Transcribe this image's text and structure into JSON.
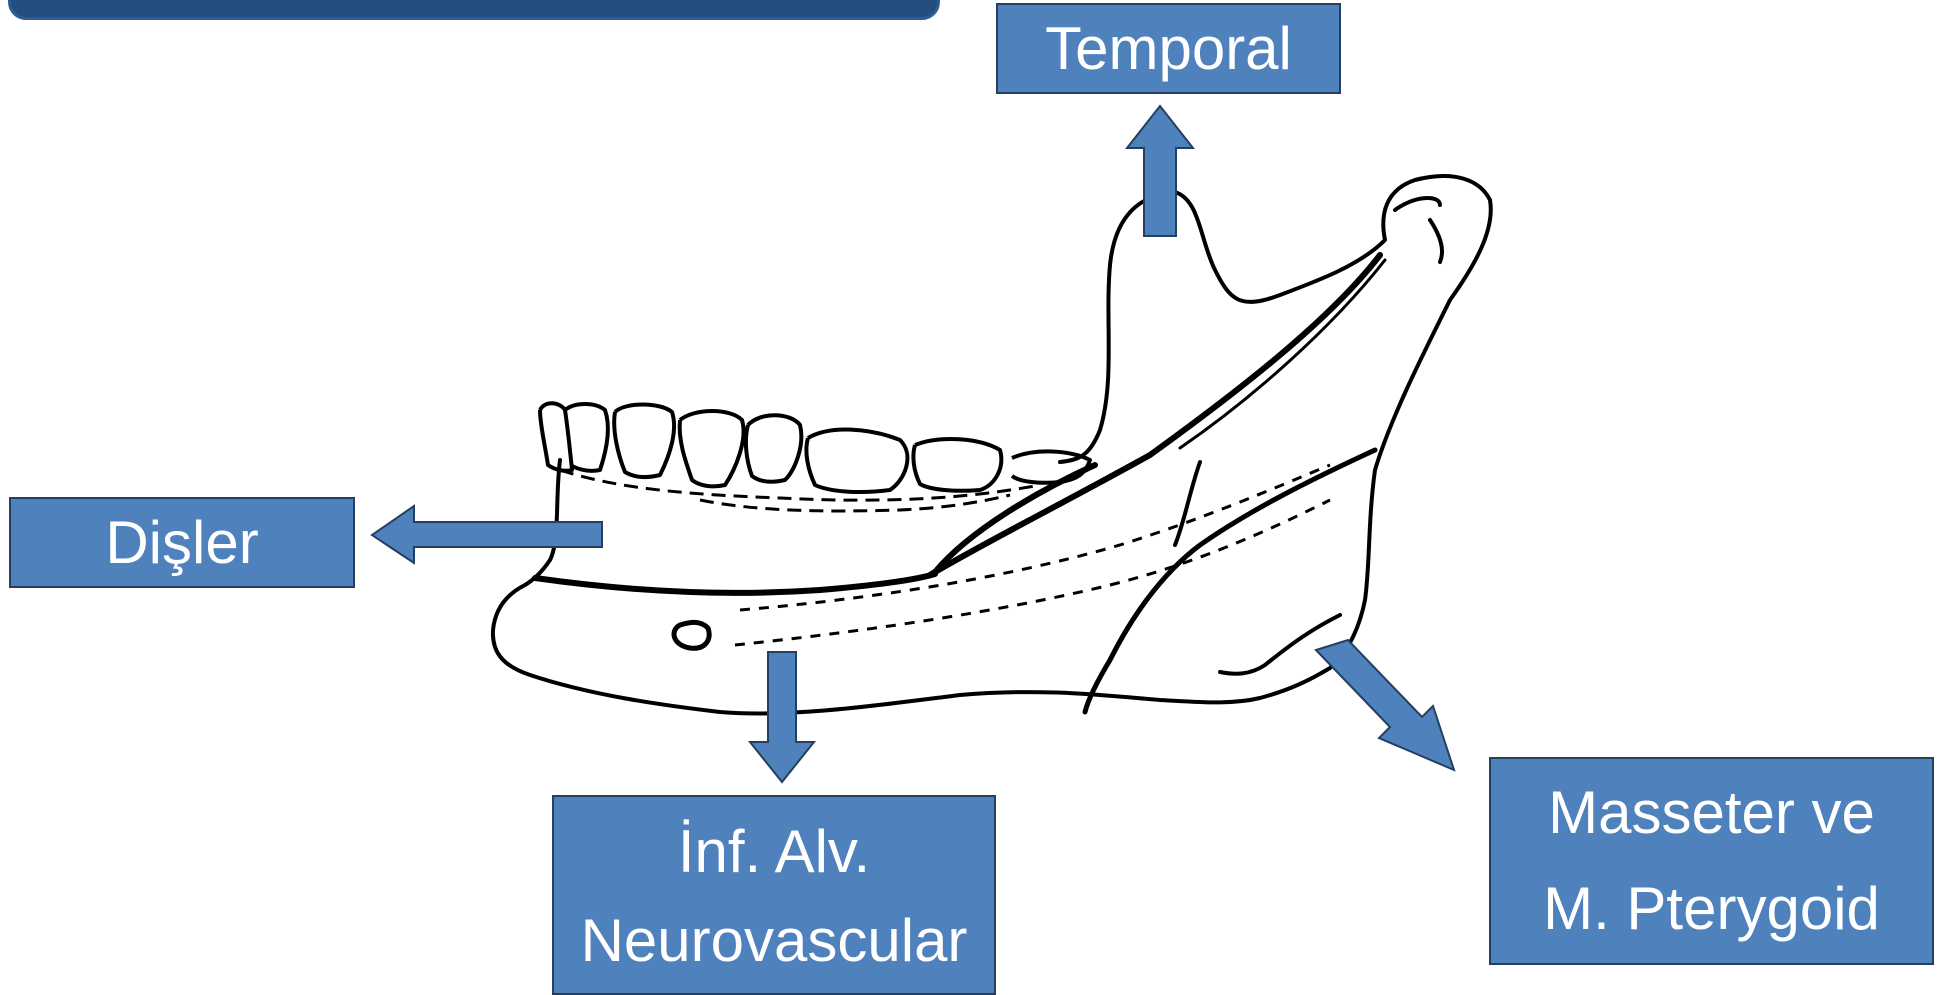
{
  "labels": {
    "temporal": "Temporal",
    "disler": "Dişler",
    "inf_line1": "İnf. Alv.",
    "inf_line2": "Neurovascular",
    "mass_line1": "Masseter ve",
    "mass_line2": "M. Pterygoid"
  },
  "colors": {
    "box_fill": "#4f81bd",
    "box_border": "#243f60",
    "title_bar": "#234e80",
    "line_art": "#000000"
  }
}
